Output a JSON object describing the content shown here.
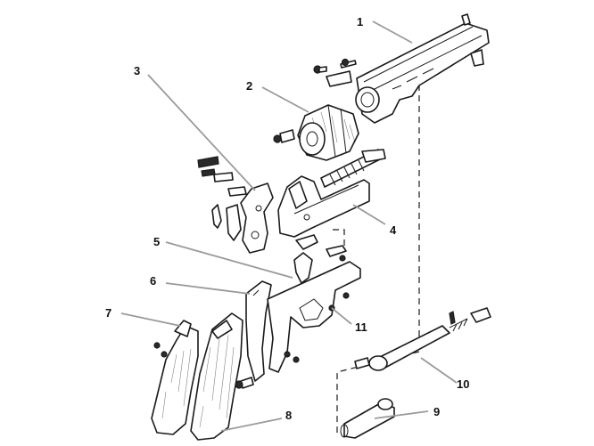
{
  "callouts": [
    {
      "id": "1",
      "label": "1"
    },
    {
      "id": "2",
      "label": "2"
    },
    {
      "id": "3",
      "label": "3"
    },
    {
      "id": "4",
      "label": "4"
    },
    {
      "id": "5",
      "label": "5"
    },
    {
      "id": "6",
      "label": "6"
    },
    {
      "id": "7",
      "label": "7"
    },
    {
      "id": "8",
      "label": "8"
    },
    {
      "id": "9",
      "label": "9"
    },
    {
      "id": "10",
      "label": "10"
    },
    {
      "id": "11",
      "label": "11"
    }
  ],
  "colors": {
    "ink": "#1a1a1a",
    "leader": "#9a9a9a",
    "background": "#ffffff"
  }
}
